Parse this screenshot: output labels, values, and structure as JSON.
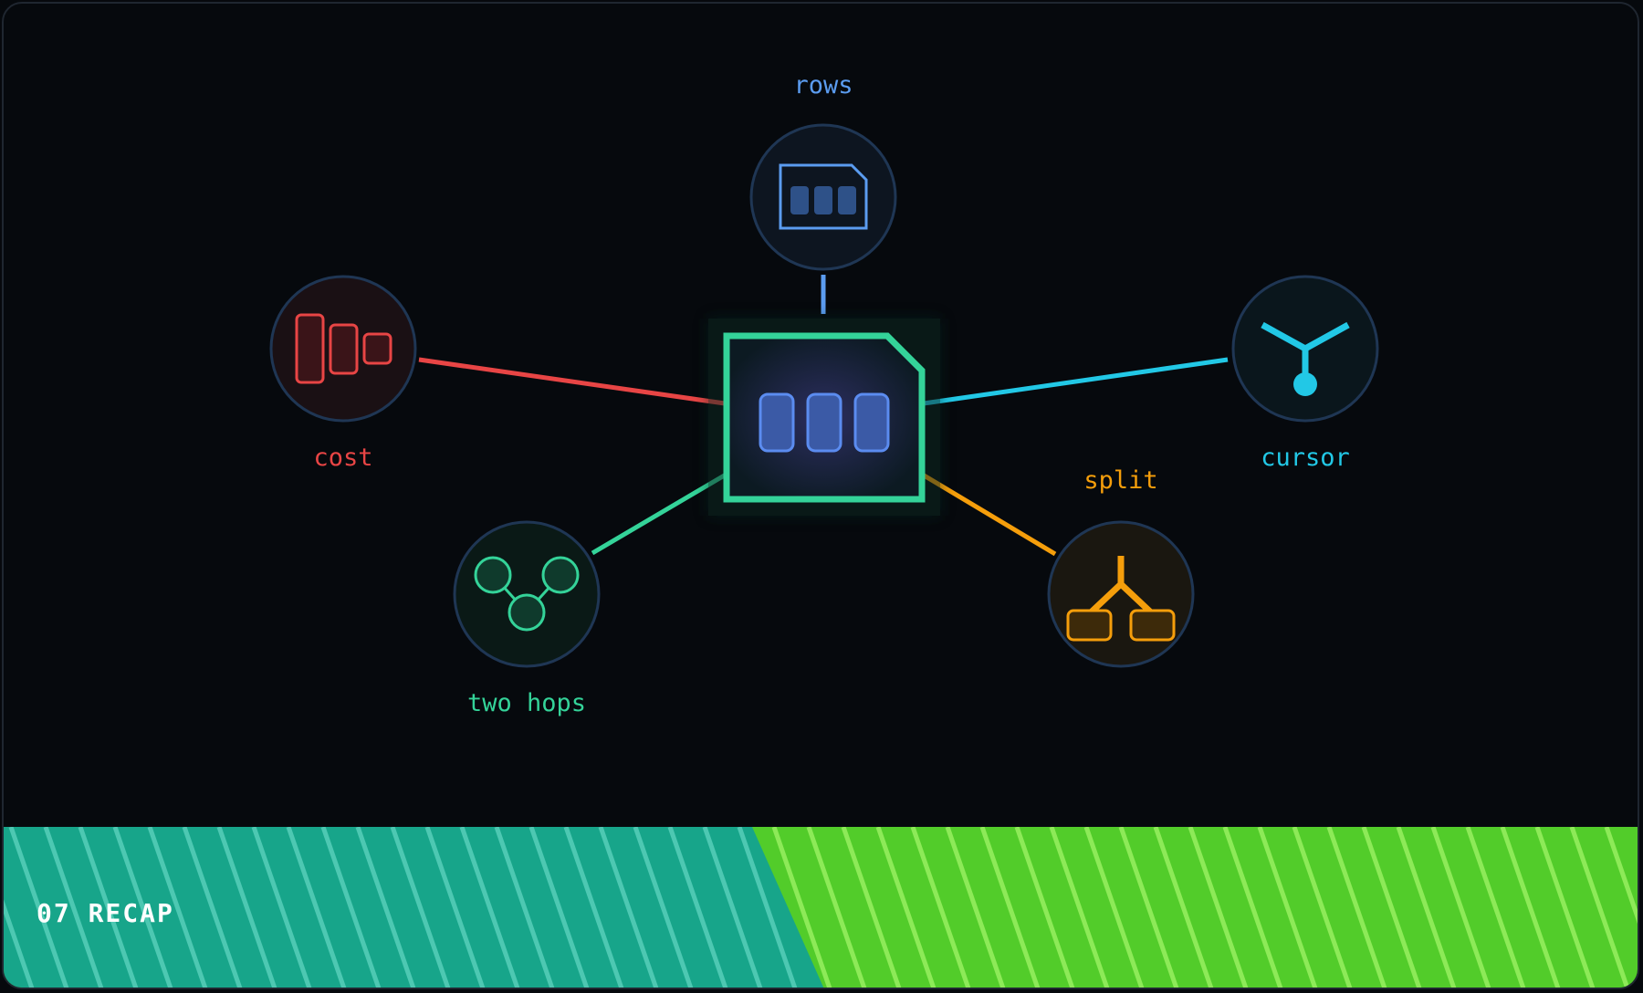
{
  "nodes": {
    "rows": {
      "label": "rows",
      "color": "#5b9cf0"
    },
    "cost": {
      "label": "cost",
      "color": "#e84545"
    },
    "cursor": {
      "label": "cursor",
      "color": "#22c8e6"
    },
    "two_hops": {
      "label": "two hops",
      "color": "#34d399"
    },
    "split": {
      "label": "split",
      "color": "#f59e0b"
    }
  },
  "center": {
    "border_color": "#34d399",
    "icon": "table-page-icon"
  },
  "footer": {
    "label": "07 RECAP",
    "left_color": "#17a58a",
    "right_color": "#52cc2a"
  }
}
